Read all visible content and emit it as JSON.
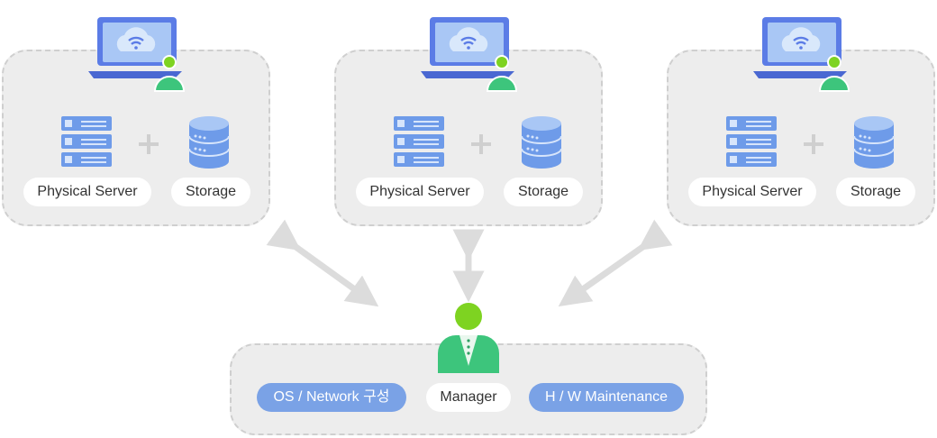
{
  "sites": [
    {
      "server_label": "Physical Server",
      "storage_label": "Storage"
    },
    {
      "server_label": "Physical Server",
      "storage_label": "Storage"
    },
    {
      "server_label": "Physical Server",
      "storage_label": "Storage"
    }
  ],
  "manager": {
    "left_label": "OS / Network 구성",
    "center_label": "Manager",
    "right_label": "H / W Maintenance"
  },
  "colors": {
    "card_bg": "#ededed",
    "card_border": "#cfcfcf",
    "pill_blue": "#7aa2e6",
    "person_green": "#3dc57c",
    "head_green": "#7ed321",
    "laptop_blue": "#5b7ce6",
    "cloud_blue": "#86b4f0",
    "arrow_gray": "#dcdcdc"
  },
  "icons": [
    "laptop-cloud-icon",
    "user-badge-icon",
    "server-rack-icon",
    "plus-icon",
    "database-icon",
    "manager-icon",
    "bidirectional-arrow-icon"
  ]
}
